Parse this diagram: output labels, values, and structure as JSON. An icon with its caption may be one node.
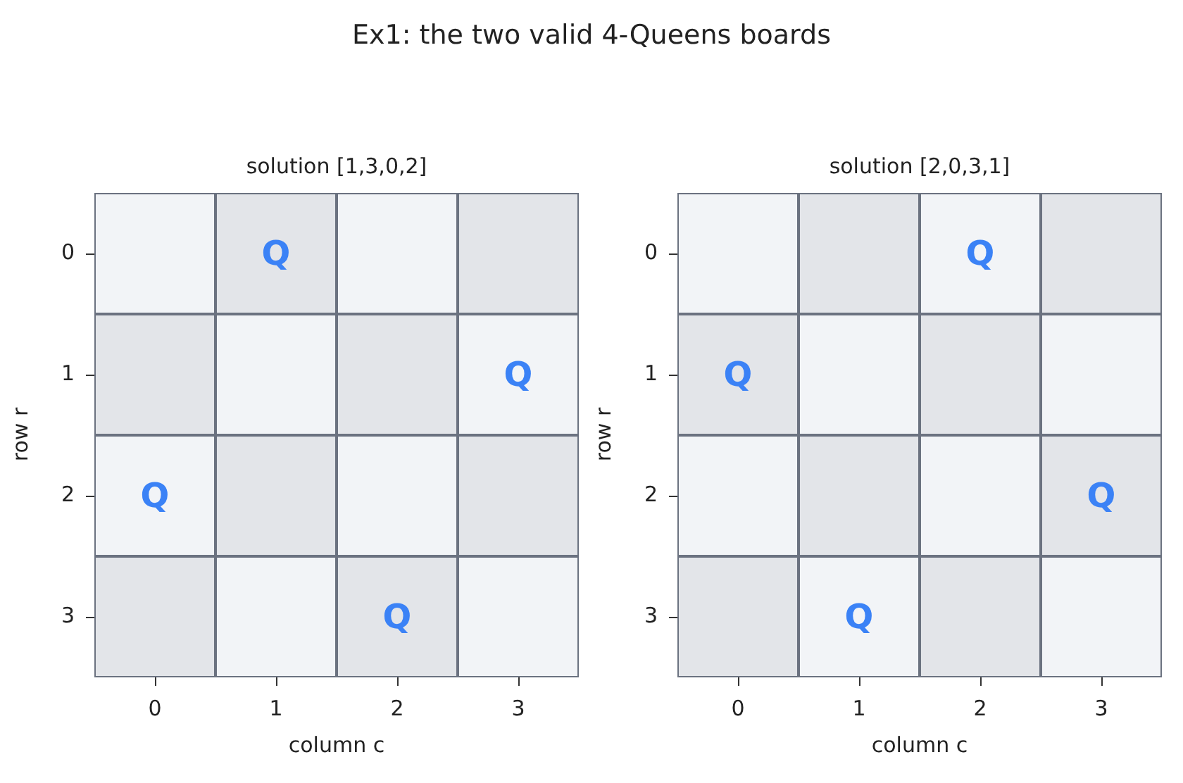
{
  "diagram": {
    "title": "Ex1: the two valid 4-Queens boards",
    "nodes": [
      {
        "text": [
          "solution [1,3,0,2]"
        ]
      },
      {
        "text": [],
        "shape": "box",
        "in": 0
      },
      {
        "text": [
          "Q"
        ],
        "in": 0
      },
      {
        "text": [],
        "shape": "box",
        "in": 0
      },
      {
        "text": [],
        "shape": "box",
        "in": 0
      },
      {
        "text": [],
        "shape": "box",
        "in": 0
      },
      {
        "text": [],
        "shape": "box",
        "in": 0
      },
      {
        "text": [],
        "shape": "box",
        "in": 0
      },
      {
        "text": [
          "Q"
        ],
        "in": 0
      },
      {
        "text": [
          "Q"
        ],
        "in": 0
      },
      {
        "text": [],
        "shape": "box",
        "in": 0
      },
      {
        "text": [],
        "shape": "box",
        "in": 0
      },
      {
        "text": [],
        "shape": "box",
        "in": 0
      },
      {
        "text": [],
        "shape": "box",
        "in": 0
      },
      {
        "text": [],
        "shape": "box",
        "in": 0
      },
      {
        "text": [
          "Q"
        ],
        "in": 0
      },
      {
        "text": [],
        "shape": "box",
        "in": 0
      },
      {
        "text": [
          "solution [2,0,3,1]"
        ]
      },
      {
        "text": [],
        "shape": "box",
        "in": 17
      },
      {
        "text": [],
        "shape": "box",
        "in": 17
      },
      {
        "text": [
          "Q"
        ],
        "in": 17
      },
      {
        "text": [],
        "shape": "box",
        "in": 17
      },
      {
        "text": [
          "Q"
        ],
        "in": 17
      },
      {
        "text": [],
        "shape": "box",
        "in": 17
      },
      {
        "text": [],
        "shape": "box",
        "in": 17
      },
      {
        "text": [],
        "shape": "box",
        "in": 17
      },
      {
        "text": [],
        "shape": "box",
        "in": 17
      },
      {
        "text": [],
        "shape": "box",
        "in": 17
      },
      {
        "text": [],
        "shape": "box",
        "in": 17
      },
      {
        "text": [
          "Q"
        ],
        "in": 17
      },
      {
        "text": [],
        "shape": "box",
        "in": 17
      },
      {
        "text": [
          "Q"
        ],
        "in": 17
      },
      {
        "text": [],
        "shape": "box",
        "in": 17
      },
      {
        "text": [],
        "shape": "box",
        "in": 17
      }
    ],
    "edges": [],
    "labels": [
      "0",
      "1",
      "2",
      "3",
      "row r",
      "0",
      "1",
      "2",
      "3",
      "column c",
      "0",
      "1",
      "2",
      "3",
      "row r",
      "0",
      "1",
      "2",
      "3",
      "column c"
    ]
  }
}
